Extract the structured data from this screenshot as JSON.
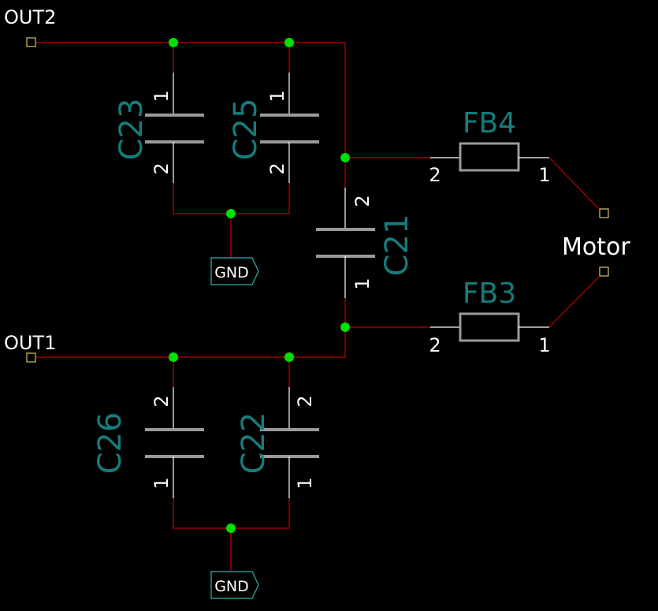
{
  "nets": {
    "out2": "OUT2",
    "out1": "OUT1",
    "motor": "Motor",
    "gnd_top": "GND",
    "gnd_bottom": "GND"
  },
  "components": {
    "c23": {
      "ref": "C23",
      "pin_top": "1",
      "pin_bottom": "2"
    },
    "c25": {
      "ref": "C25",
      "pin_top": "1",
      "pin_bottom": "2"
    },
    "c21": {
      "ref": "C21",
      "pin_top": "2",
      "pin_bottom": "1"
    },
    "c26": {
      "ref": "C26",
      "pin_top": "2",
      "pin_bottom": "1"
    },
    "c22": {
      "ref": "C22",
      "pin_top": "2",
      "pin_bottom": "1"
    },
    "fb4": {
      "ref": "FB4",
      "pin_left": "2",
      "pin_right": "1"
    },
    "fb3": {
      "ref": "FB3",
      "pin_left": "2",
      "pin_right": "1"
    }
  },
  "colors": {
    "background": "#000000",
    "wire": "#c00000",
    "junction": "#00e000",
    "component_body": "#9a9a9a",
    "reference_text": "#167c7c",
    "pin_text": "#ffffff",
    "port_marker": "#d4c36a"
  }
}
